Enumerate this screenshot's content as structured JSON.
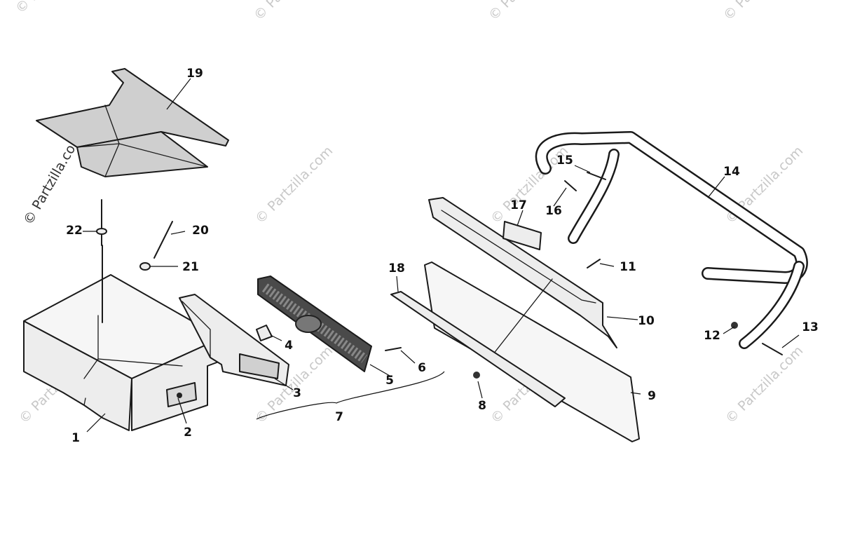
{
  "watermark": {
    "text": "© Partzilla.com",
    "side_text": "© Partzilla.com"
  },
  "callouts": [
    {
      "id": "1",
      "label": "1"
    },
    {
      "id": "2",
      "label": "2"
    },
    {
      "id": "3",
      "label": "3"
    },
    {
      "id": "4",
      "label": "4"
    },
    {
      "id": "5",
      "label": "5"
    },
    {
      "id": "6",
      "label": "6"
    },
    {
      "id": "7",
      "label": "7"
    },
    {
      "id": "8",
      "label": "8"
    },
    {
      "id": "9",
      "label": "9"
    },
    {
      "id": "10",
      "label": "10"
    },
    {
      "id": "11",
      "label": "11"
    },
    {
      "id": "12",
      "label": "12"
    },
    {
      "id": "13",
      "label": "13"
    },
    {
      "id": "14",
      "label": "14"
    },
    {
      "id": "15",
      "label": "15"
    },
    {
      "id": "16",
      "label": "16"
    },
    {
      "id": "17",
      "label": "17"
    },
    {
      "id": "18",
      "label": "18"
    },
    {
      "id": "19",
      "label": "19"
    },
    {
      "id": "20",
      "label": "20"
    },
    {
      "id": "21",
      "label": "21"
    },
    {
      "id": "22",
      "label": "22"
    }
  ],
  "colors": {
    "line": "#1a1a1a",
    "fill": "#ededed",
    "watermark": "#c8c8c8"
  }
}
